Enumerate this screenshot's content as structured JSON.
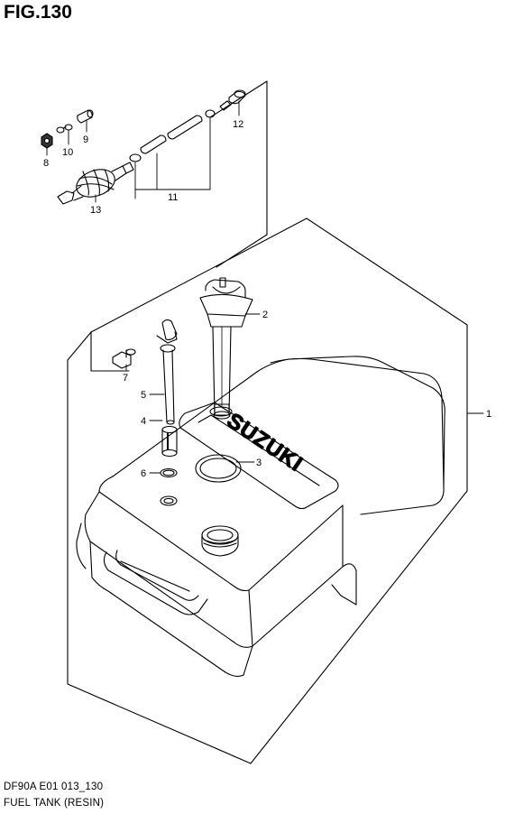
{
  "figure": {
    "title": "FIG.130"
  },
  "footer": {
    "code": "DF90A E01 013_130",
    "name": "FUEL TANK (RESIN)"
  },
  "tank_logo": "SUZUKI",
  "callouts": [
    "1",
    "2",
    "3",
    "4",
    "5",
    "6",
    "7",
    "8",
    "9",
    "10",
    "11",
    "12",
    "13"
  ]
}
